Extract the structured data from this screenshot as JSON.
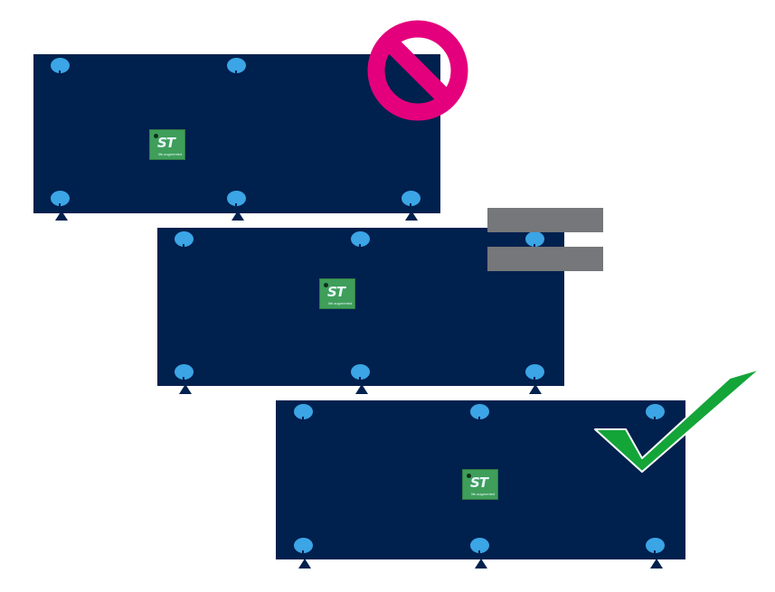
{
  "boards": [
    {
      "id": "top",
      "status": "prohibited"
    },
    {
      "id": "middle",
      "status": "neutral"
    },
    {
      "id": "bottom",
      "status": "approved"
    }
  ],
  "chip": {
    "logo_text": "ST",
    "tagline": "life.augmented"
  },
  "icons": {
    "prohibited": "prohibited-icon",
    "approved": "checkmark-icon"
  },
  "colors": {
    "board": "#00204e",
    "mounting_hole": "#3ba5e6",
    "chip": "#3f9e5a",
    "prohibited": "#e4007c",
    "approved": "#13a538",
    "bar": "#76777a"
  }
}
